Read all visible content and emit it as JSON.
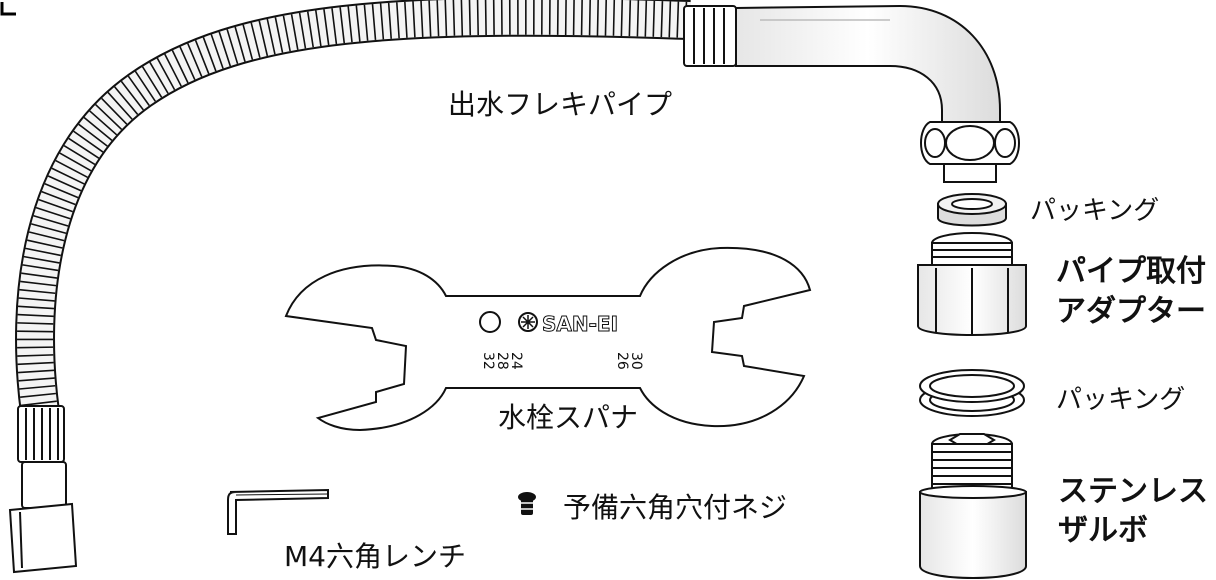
{
  "labels": {
    "flex_pipe": "出水フレキパイプ",
    "packing_top": "パッキング",
    "adapter_line1": "パイプ取付",
    "adapter_line2": "アダプター",
    "packing_mid": "パッキング",
    "zarubo_line1": "ステンレス",
    "zarubo_line2": "ザルボ",
    "spanner": "水栓スパナ",
    "wrench": "M4六角レンチ",
    "screw": "予備六角穴付ネジ"
  },
  "spanner_marks": {
    "brand": "SAN-EI",
    "sizes_left": [
      "32",
      "28",
      "24"
    ],
    "sizes_right": [
      "26",
      "30"
    ]
  }
}
